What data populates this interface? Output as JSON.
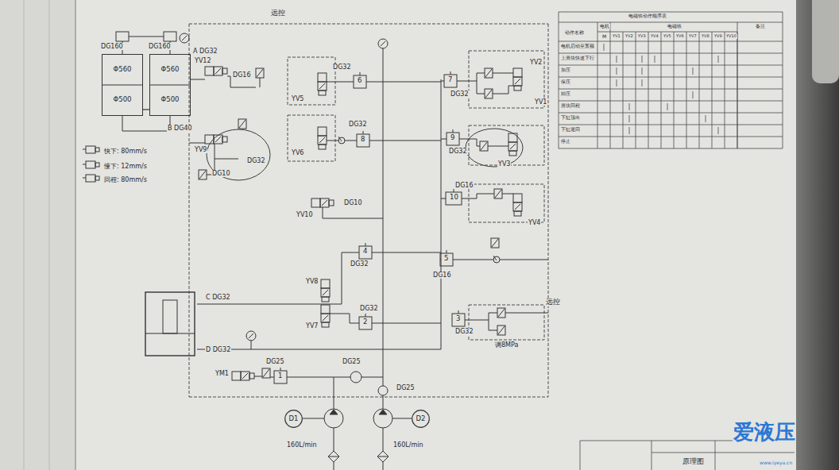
{
  "diagram": {
    "nodes": [
      {
        "text": [
          "Φ560",
          "Φ500"
        ]
      },
      {
        "text": [
          "Φ560",
          "Φ500"
        ]
      },
      {
        "text": [
          "D1"
        ]
      },
      {
        "text": [
          "D2"
        ]
      }
    ],
    "edges": [
      {
        "from": 0,
        "to": 1,
        "arrow": "none"
      }
    ],
    "labels": [
      "远控",
      "DG160",
      "DG160",
      "A DG32",
      "YV12",
      "DG16",
      "B DG40",
      "YV9",
      "DG10",
      "DG32",
      "YV5",
      "DG32",
      "6",
      "YV6",
      "DG32",
      "8",
      "DG32",
      "7",
      "YV2",
      "YV1",
      "DG32",
      "9",
      "YV3",
      "DG16",
      "10",
      "YV4",
      "YV10",
      "DG10",
      "4",
      "DG32",
      "5",
      "DG16",
      "C DG32",
      "YV8",
      "YV7",
      "DG32",
      "2",
      "3",
      "DG32",
      "远控",
      "调8MPa",
      "D DG32",
      "YM1",
      "DG25",
      "1",
      "DG25",
      "DG25",
      "160L/min",
      "160L/min",
      "电磁铁动作顺序表",
      "动作名称",
      "电机",
      "电磁铁",
      "备注",
      "M",
      "YV1",
      "YV2",
      "YV3",
      "YV4",
      "YV5",
      "YV6",
      "YV7",
      "YV8",
      "YV9",
      "YV10",
      "电机启动至泵额",
      "上滑块快速下行",
      "加压",
      "保压",
      "卸压",
      "滑块回程",
      "下缸顶出",
      "下缸退回",
      "停止",
      "原理图",
      "爱液压",
      "www.iyeya.cn"
    ],
    "legend": [
      {
        "text": "快下: 80mm/s"
      },
      {
        "text": "慢下: 12mm/s"
      },
      {
        "text": "回程: 80mm/s"
      }
    ]
  }
}
